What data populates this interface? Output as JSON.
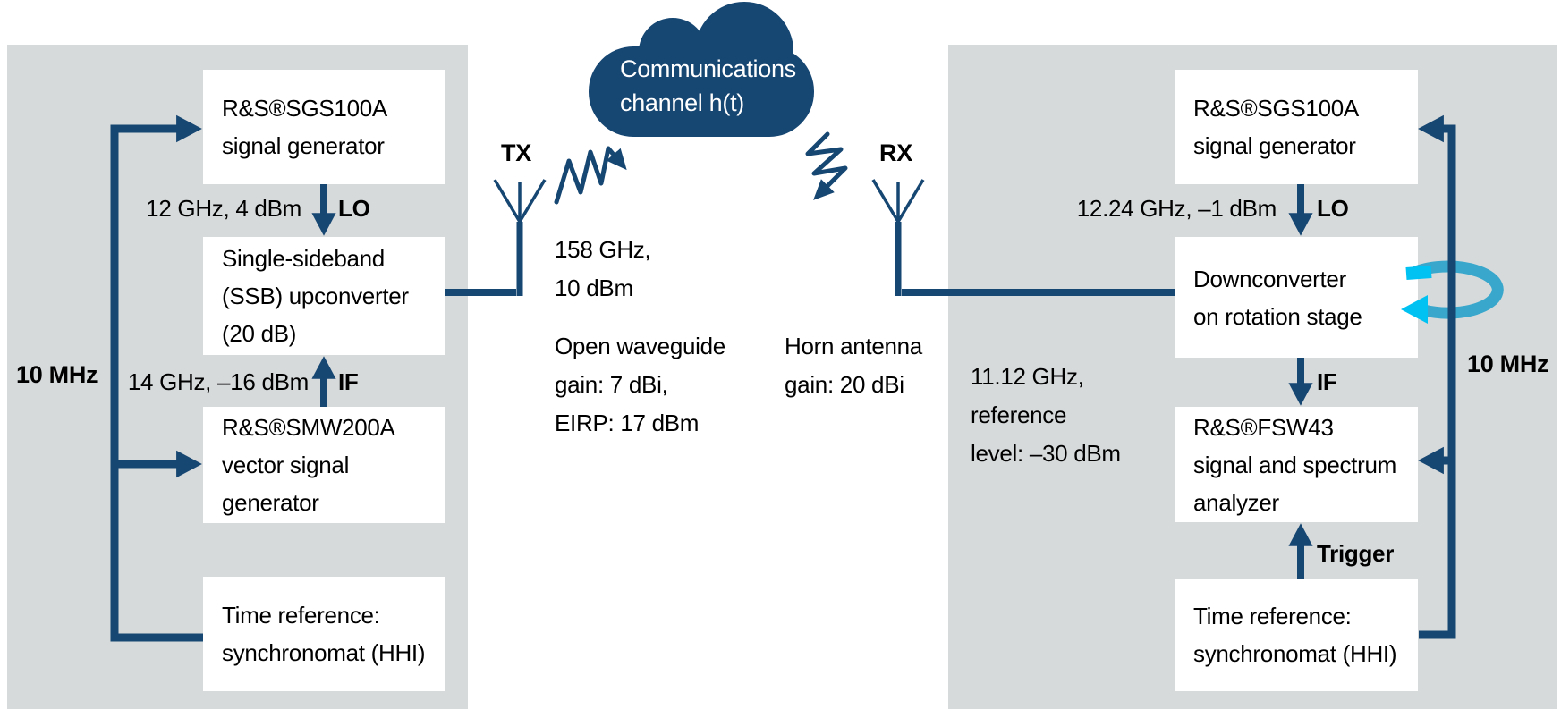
{
  "colors": {
    "navy": "#164672",
    "panel_gray": "#d7dadb",
    "rotation_teal": "#38a7cb",
    "rotation_cyan": "#00c2f2"
  },
  "cloud": {
    "line1": "Communications",
    "line2": "channel h(t)"
  },
  "tx": {
    "label": "TX",
    "freq_line1": "158 GHz,",
    "freq_line2": "10 dBm",
    "note_line1": "Open waveguide",
    "note_line2": "gain: 7 dBi,",
    "note_line3": "EIRP: 17 dBm"
  },
  "rx": {
    "label": "RX",
    "note_line1": "Horn antenna",
    "note_line2": "gain: 20 dBi",
    "ref_line1": "11.12 GHz,",
    "ref_line2": "reference",
    "ref_line3": "level: –30 dBm"
  },
  "left": {
    "ref_label": "10 MHz",
    "box1_line1": "R&S®SGS100A",
    "box1_line2": "signal generator",
    "lo_value": "12 GHz, 4 dBm",
    "lo_tag": "LO",
    "box2_line1": "Single-sideband",
    "box2_line2": "(SSB) upconverter",
    "box2_line3": "(20 dB)",
    "if_value": "14 GHz, –16 dBm",
    "if_tag": "IF",
    "box3_line1": "R&S®SMW200A",
    "box3_line2": "vector signal",
    "box3_line3": "generator",
    "box4_line1": "Time reference:",
    "box4_line2": "synchronomat (HHI)"
  },
  "right": {
    "ref_label": "10 MHz",
    "box1_line1": "R&S®SGS100A",
    "box1_line2": "signal generator",
    "lo_value": "12.24 GHz, –1 dBm",
    "lo_tag": "LO",
    "box2_line1": "Downconverter",
    "box2_line2": "on rotation stage",
    "if_tag": "IF",
    "box3_line1": "R&S®FSW43",
    "box3_line2": "signal and spectrum",
    "box3_line3": "analyzer",
    "trigger_tag": "Trigger",
    "box4_line1": "Time reference:",
    "box4_line2": "synchronomat (HHI)"
  }
}
